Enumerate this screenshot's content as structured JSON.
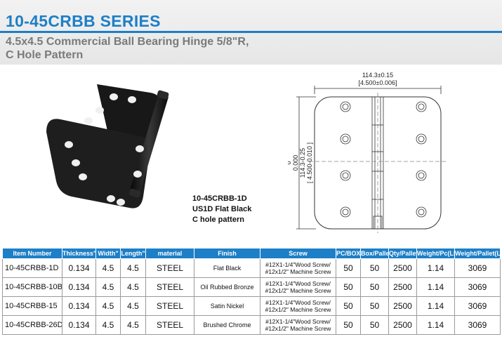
{
  "header": {
    "series_title": "10-45CRBB SERIES",
    "subtitle": "4.5x4.5 Commercial Ball Bearing Hinge  5/8\"R,\nC Hole Pattern"
  },
  "product": {
    "caption_lines": [
      "10-45CRBB-1D",
      "US1D Flat Black",
      "C hole pattern"
    ]
  },
  "drawing": {
    "width_dim": "114.3±0.15",
    "width_dim_inch": "[4.500±0.006]",
    "height_dim_zero": "0",
    "height_dim_upper": "0.000",
    "height_dim_mm": "114.3-0.25",
    "height_dim_inch": "[ 4.500-0.010 ]"
  },
  "table": {
    "headers": [
      "Item Number",
      "Thickness\"",
      "Width\"",
      "Length\"",
      "material",
      "Finish",
      "Screw",
      "PC/BOX",
      "Box/Pallet",
      "Qty/Pallet",
      "Weight/Pc(Lb)",
      "Weight/Pallet(Lb)"
    ],
    "rows": [
      [
        "10-45CRBB-1D",
        "0.134",
        "4.5",
        "4.5",
        "STEEL",
        "Flat Black",
        "#12X1-1/4\"Wood Screw/\n#12x1/2\" Machine Screw",
        "50",
        "50",
        "2500",
        "1.14",
        "3069"
      ],
      [
        "10-45CRBB-10B",
        "0.134",
        "4.5",
        "4.5",
        "STEEL",
        "Oil Rubbed Bronze",
        "#12X1-1/4\"Wood Screw/\n#12x1/2\" Machine Screw",
        "50",
        "50",
        "2500",
        "1.14",
        "3069"
      ],
      [
        "10-45CRBB-15",
        "0.134",
        "4.5",
        "4.5",
        "STEEL",
        "Satin Nickel",
        "#12X1-1/4\"Wood Screw/\n#12x1/2\" Machine Screw",
        "50",
        "50",
        "2500",
        "1.14",
        "3069"
      ],
      [
        "10-45CRBB-26D",
        "0.134",
        "4.5",
        "4.5",
        "STEEL",
        "Brushed Chrome",
        "#12X1-1/4\"Wood Screw/\n#12x1/2\" Machine Screw",
        "50",
        "50",
        "2500",
        "1.14",
        "3069"
      ]
    ]
  },
  "colors": {
    "brand_blue": "#1d7fc7",
    "subtitle_grey": "#7a7a7a",
    "hinge_black": "#1c1c1c"
  }
}
